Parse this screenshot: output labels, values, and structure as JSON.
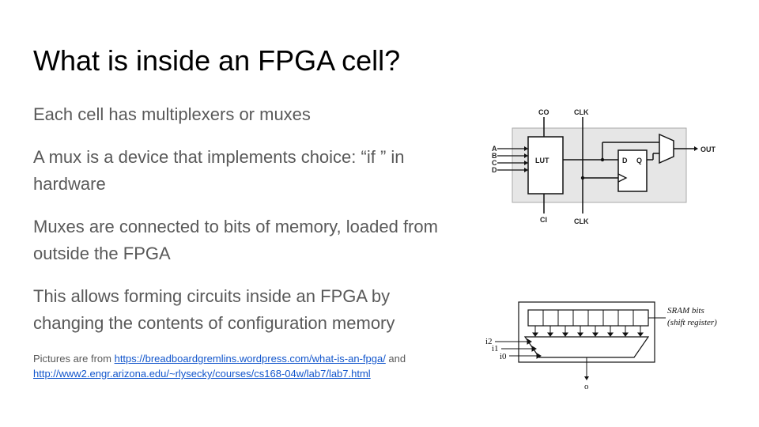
{
  "slide": {
    "title": "What is inside an FPGA cell?",
    "bullets": [
      "Each cell has multiplexers or muxes",
      "A mux is a device that implements choice: “if ” in hardware",
      "Muxes are connected to bits of memory, loaded from outside the FPGA",
      "This allows forming circuits inside an FPGA by changing the contents of configuration memory"
    ],
    "credits": {
      "prefix": "Pictures are from ",
      "link1": "https://breadboardgremlins.wordpress.com/what-is-an-fpga/",
      "middle": " and",
      "link2": "http://www2.engr.arizona.edu/~rlysecky/courses/cs168-04w/lab7/lab7.html"
    }
  },
  "lut_diagram": {
    "top_labels": [
      "CO",
      "CLK"
    ],
    "bottom_labels": [
      "CI",
      "CLK"
    ],
    "inputs": [
      "A",
      "B",
      "C",
      "D"
    ],
    "lut_label": "LUT",
    "ff_d": "D",
    "ff_q": "Q",
    "output": "OUT"
  },
  "sram_diagram": {
    "sram_label_1": "SRAM bits",
    "sram_label_2": "(shift register)",
    "inputs": [
      "i2",
      "i1",
      "i0"
    ],
    "output": "o"
  },
  "colors": {
    "text": "#595959",
    "title": "#000000",
    "link": "#1155cc",
    "cell_bg": "#e6e6e6"
  }
}
